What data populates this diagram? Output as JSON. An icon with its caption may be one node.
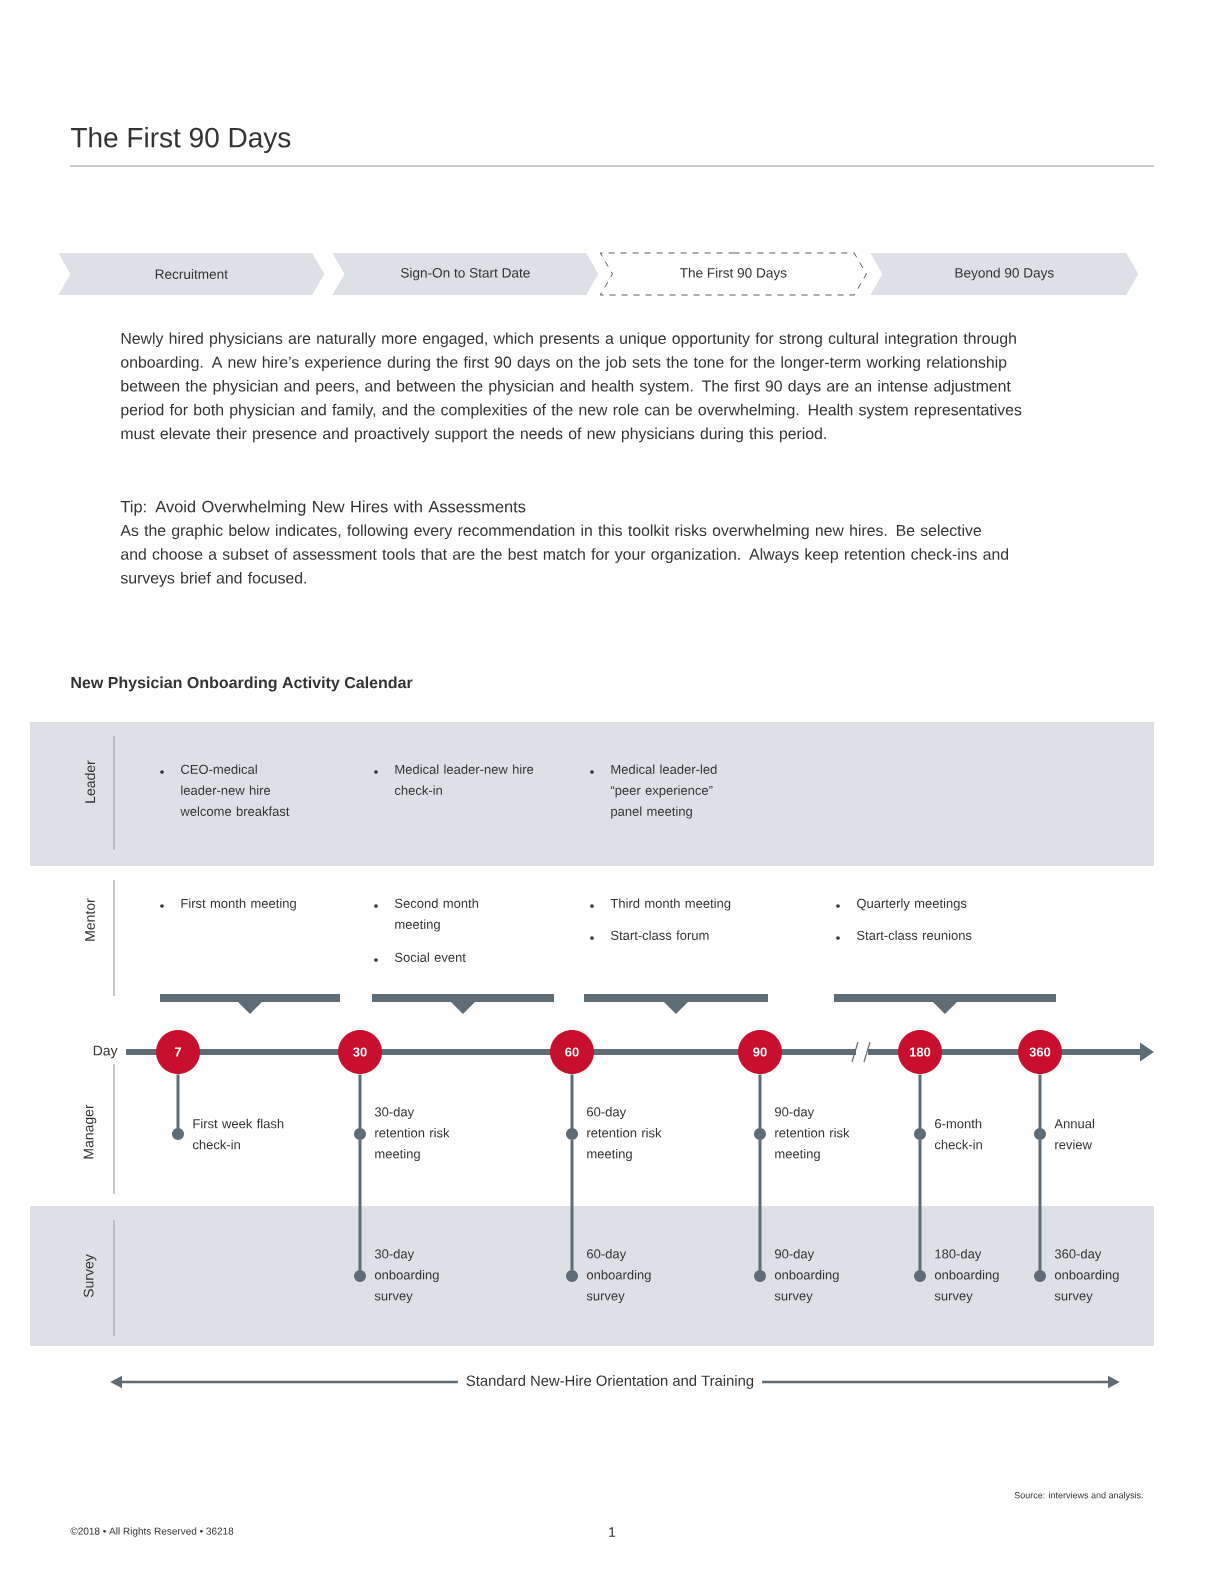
{
  "diagram": {
    "title": "The First 90 Days",
    "nodes": [
      {
        "text": [
          "Recruitment"
        ]
      },
      {
        "text": [
          "Sign-On to Start Date"
        ]
      },
      {
        "text": [
          "The First 90 Days"
        ]
      },
      {
        "text": [
          "Beyond 90 Days"
        ]
      },
      {
        "text": [
          "7"
        ]
      },
      {
        "text": [
          "30"
        ]
      },
      {
        "text": [
          "60"
        ]
      },
      {
        "text": [
          "90"
        ]
      },
      {
        "text": [
          "180"
        ]
      },
      {
        "text": [
          "360"
        ]
      },
      {
        "text": [
          "First week flash check-in"
        ]
      },
      {
        "text": [
          "30-day retention risk meeting"
        ]
      },
      {
        "text": [
          "60-day retention risk meeting"
        ]
      },
      {
        "text": [
          "90-day retention risk meeting"
        ]
      },
      {
        "text": [
          "6-month check-in"
        ]
      },
      {
        "text": [
          "Annual review"
        ]
      },
      {
        "text": [
          "30-day onboarding survey"
        ]
      },
      {
        "text": [
          "60-day onboarding survey"
        ]
      },
      {
        "text": [
          "90-day onboarding survey"
        ]
      },
      {
        "text": [
          "180-day onboarding survey"
        ]
      },
      {
        "text": [
          "360-day onboarding survey"
        ]
      }
    ],
    "edges": [
      {
        "from": 4,
        "to": 10,
        "arrow": "none"
      },
      {
        "from": 5,
        "to": 11,
        "arrow": "none"
      },
      {
        "from": 11,
        "to": 16,
        "arrow": "none"
      },
      {
        "from": 6,
        "to": 12,
        "arrow": "none"
      },
      {
        "from": 12,
        "to": 17,
        "arrow": "none"
      },
      {
        "from": 7,
        "to": 13,
        "arrow": "none"
      },
      {
        "from": 13,
        "to": 18,
        "arrow": "none"
      },
      {
        "from": 8,
        "to": 14,
        "arrow": "none"
      },
      {
        "from": 14,
        "to": 19,
        "arrow": "none"
      },
      {
        "from": 9,
        "to": 15,
        "arrow": "none"
      },
      {
        "from": 15,
        "to": 20,
        "arrow": "none"
      }
    ],
    "labels": [
      "Newly hired physicians are naturally more engaged, which presents a unique opportunity for strong cultural integration through onboarding. A new hire’s experience during the first 90 days on the job sets the tone for the longer-term working relationship between the physician and peers, and between the physician and health system. The first 90 days are an intense adjustment period for both physician and family, and the complexities of the new role can be overwhelming. Health system representatives must elevate their presence and proactively support the needs of new physicians during this period.",
      "Tip: Avoid Overwhelming New Hires with Assessments",
      "As the graphic below indicates, following every recommendation in this toolkit risks overwhelming new hires. Be selective and choose a subset of assessment tools that are the best match for your organization. Always keep retention check-ins and surveys brief and focused.",
      "New Physician Onboarding Activity Calendar",
      "Leader",
      "Mentor",
      "Day",
      "Manager",
      "Survey",
      "CEO-medical leader-new hire welcome breakfast",
      "Medical leader-new hire check-in",
      "Medical leader-led “peer experience” panel meeting",
      "First month meeting",
      "Second month meeting",
      "Social event",
      "Third month meeting",
      "Start-class forum",
      "Quarterly meetings",
      "Start-class reunions",
      "Standard New-Hire Orientation and Training",
      "Source: interviews and analysis.",
      "©2018 • All Rights Reserved • 36218",
      "1"
    ]
  }
}
